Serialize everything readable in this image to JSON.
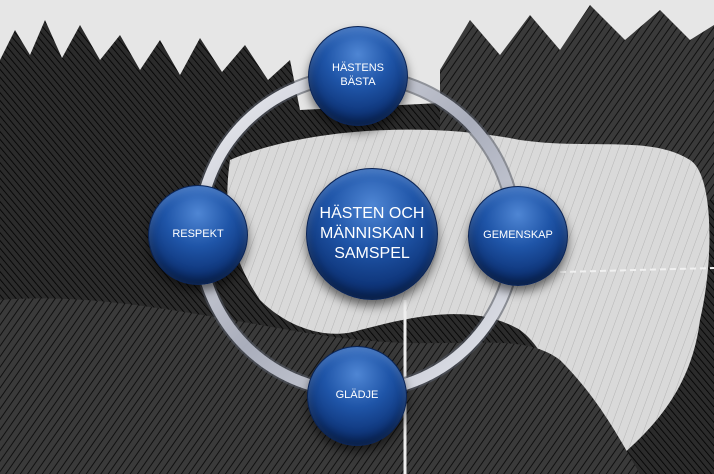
{
  "diagram": {
    "center": "HÄSTEN OCH MÄNNISKAN I SAMSPEL",
    "nodes": {
      "top": "HÄSTENS BÄSTA",
      "right": "GEMENSKAP",
      "bottom": "GLÄDJE",
      "left": "RESPEKT"
    }
  },
  "colors": {
    "node_fill": "#1f55a8",
    "ring": "#c9ccd6"
  }
}
